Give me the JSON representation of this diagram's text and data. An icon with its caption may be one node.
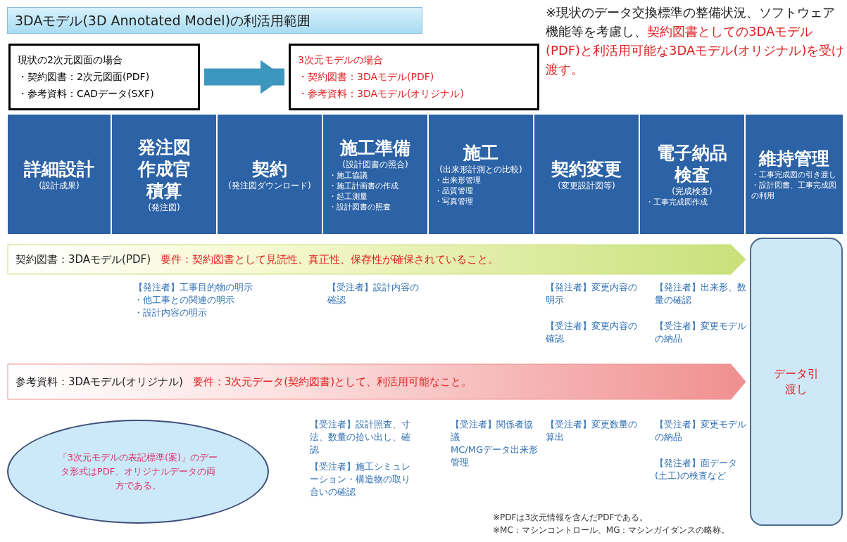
{
  "diagram": {
    "title": "3DAモデル(3D Annotated Model)の利活用範囲",
    "nodes": [
      {
        "text": [
          "現状の2次元図面の場合",
          "・契約図書：2次元図面(PDF)",
          "・参考資料：CADデータ(SXF)"
        ]
      },
      {
        "text": [
          "3次元モデルの場合",
          "・契約図書：3DAモデル(PDF)",
          "・参考資料：3DAモデル(オリジナル)"
        ]
      },
      {
        "text": [
          "詳細設計",
          "(設計成果)"
        ]
      },
      {
        "text": [
          "発注図作成官積算",
          "(発注図)"
        ]
      },
      {
        "text": [
          "契約",
          "(発注図ダウンロード)"
        ]
      },
      {
        "text": [
          "施工準備",
          "(設計図書の照合)",
          "・施工協議",
          "・施工計画書の作成",
          "・起工測量",
          "・設計図書の照査"
        ]
      },
      {
        "text": [
          "施工",
          "(出来形計測との比較)",
          "・出来形管理",
          "・品質管理",
          "・写真管理"
        ]
      },
      {
        "text": [
          "契約変更",
          "(変更設計図等)"
        ]
      },
      {
        "text": [
          "電子納品検査",
          "(完成検査)",
          "・工事完成図作成"
        ]
      },
      {
        "text": [
          "維持管理",
          "・工事完成図の引き渡し",
          "・設計図書、工事完成図の利用"
        ]
      },
      {
        "text": [
          "契約図書：3DAモデル(PDF)",
          "要件：契約図書として見読性、真正性、保存性が確保されていること。"
        ]
      },
      {
        "text": [
          "参考資料：3DAモデル(オリジナル)",
          "要件：3次元データ(契約図書)として、利活用可能なこと。"
        ]
      },
      {
        "text": [
          "データ引渡し"
        ]
      },
      {
        "text": [
          "「3次元モデルの表記標準(案)」のデータ形式はPDF、オリジナルデータの両方である。"
        ]
      }
    ],
    "edges": [
      {
        "from": 0,
        "to": 1,
        "arrow": "to"
      }
    ],
    "labels": [
      "※現状のデータ交換標準の整備状況、ソフトウェア機能等を考慮し、**契約図書としての3DAモデル(PDF)と利活用可能な3DAモデル(オリジナル)を受け渡す。**",
      "【発注者】工事目的物の明示",
      "・他工事との関連の明示",
      "・設計内容の明示",
      "【受注者】設計内容の確認",
      "【発注者】変更内容の明示",
      "【発注者】出来形、数量の確認",
      "【受注者】変更内容の確認",
      "【受注者】変更モデルの納品",
      "【受注者】設計照査、寸法、数量の拾い出し、確認",
      "【受注者】関係者協議",
      "MC/MGデータ出来形管理",
      "【受注者】変更数量の算出",
      "【受注者】変更モデルの納品",
      "【受注者】施工シミュレーション・構造物の取り合いの確認",
      "【発注者】面データ(土工)の検査など",
      "※PDFは3次元情報を含んだPDFである。",
      "※MC：マシンコントロール、MG：マシンガイダンスの略称。"
    ]
  }
}
